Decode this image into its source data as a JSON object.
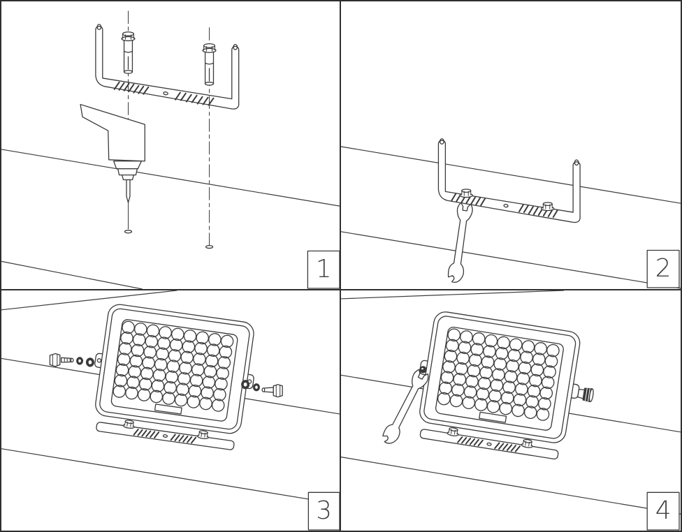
{
  "colors": {
    "background": "#ffffff",
    "line": "#3a3a3a"
  },
  "floodlight": {
    "led_rows": 7,
    "led_cols": 9
  },
  "panels": [
    {
      "number": "1",
      "scene": "drill-anchor-holes",
      "icons": [
        "wall",
        "mounting-bracket",
        "expansion-anchor",
        "expansion-anchor",
        "drill",
        "drill-hole",
        "drill-hole"
      ]
    },
    {
      "number": "2",
      "scene": "bolt-bracket-to-wall",
      "icons": [
        "wall",
        "mounting-bracket",
        "hex-bolt",
        "hex-bolt",
        "open-end-wrench"
      ]
    },
    {
      "number": "3",
      "scene": "fit-floodlight-to-bracket",
      "icons": [
        "wall",
        "floodlight",
        "hex-bolt",
        "spring-washer",
        "flat-washer",
        "flat-washer",
        "spring-washer",
        "hex-bolt"
      ]
    },
    {
      "number": "4",
      "scene": "tighten-side-bolt",
      "icons": [
        "wall",
        "floodlight",
        "open-end-wrench",
        "hex-bolt"
      ]
    }
  ]
}
